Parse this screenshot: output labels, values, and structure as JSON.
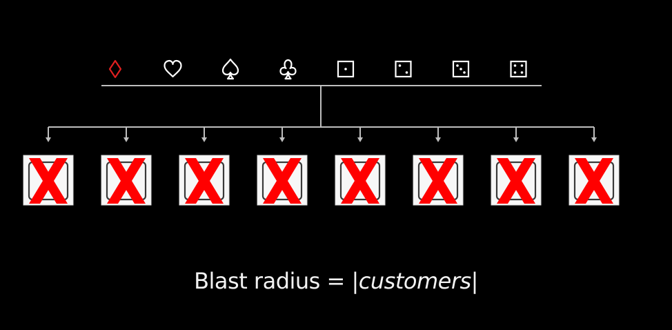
{
  "diagram": {
    "customers": [
      {
        "name": "diamond",
        "icon": "diamond-icon",
        "color": "#e02020"
      },
      {
        "name": "heart",
        "icon": "heart-icon",
        "color": "#ffffff"
      },
      {
        "name": "spade",
        "icon": "spade-icon",
        "color": "#ffffff"
      },
      {
        "name": "club",
        "icon": "club-icon",
        "color": "#ffffff"
      },
      {
        "name": "die-one",
        "icon": "die-one-icon",
        "color": "#ffffff",
        "pips": 1
      },
      {
        "name": "die-two",
        "icon": "die-two-icon",
        "color": "#ffffff",
        "pips": 2
      },
      {
        "name": "die-three",
        "icon": "die-three-icon",
        "color": "#ffffff",
        "pips": 3
      },
      {
        "name": "die-four",
        "icon": "die-four-icon",
        "color": "#ffffff",
        "pips": 4
      }
    ],
    "targets_count": 8,
    "target_state": "failed",
    "fail_color": "#ff0000",
    "line_color": "#bfbfbf"
  },
  "caption": {
    "prefix": "Blast radius = |",
    "italic": "customers",
    "suffix": "|"
  }
}
